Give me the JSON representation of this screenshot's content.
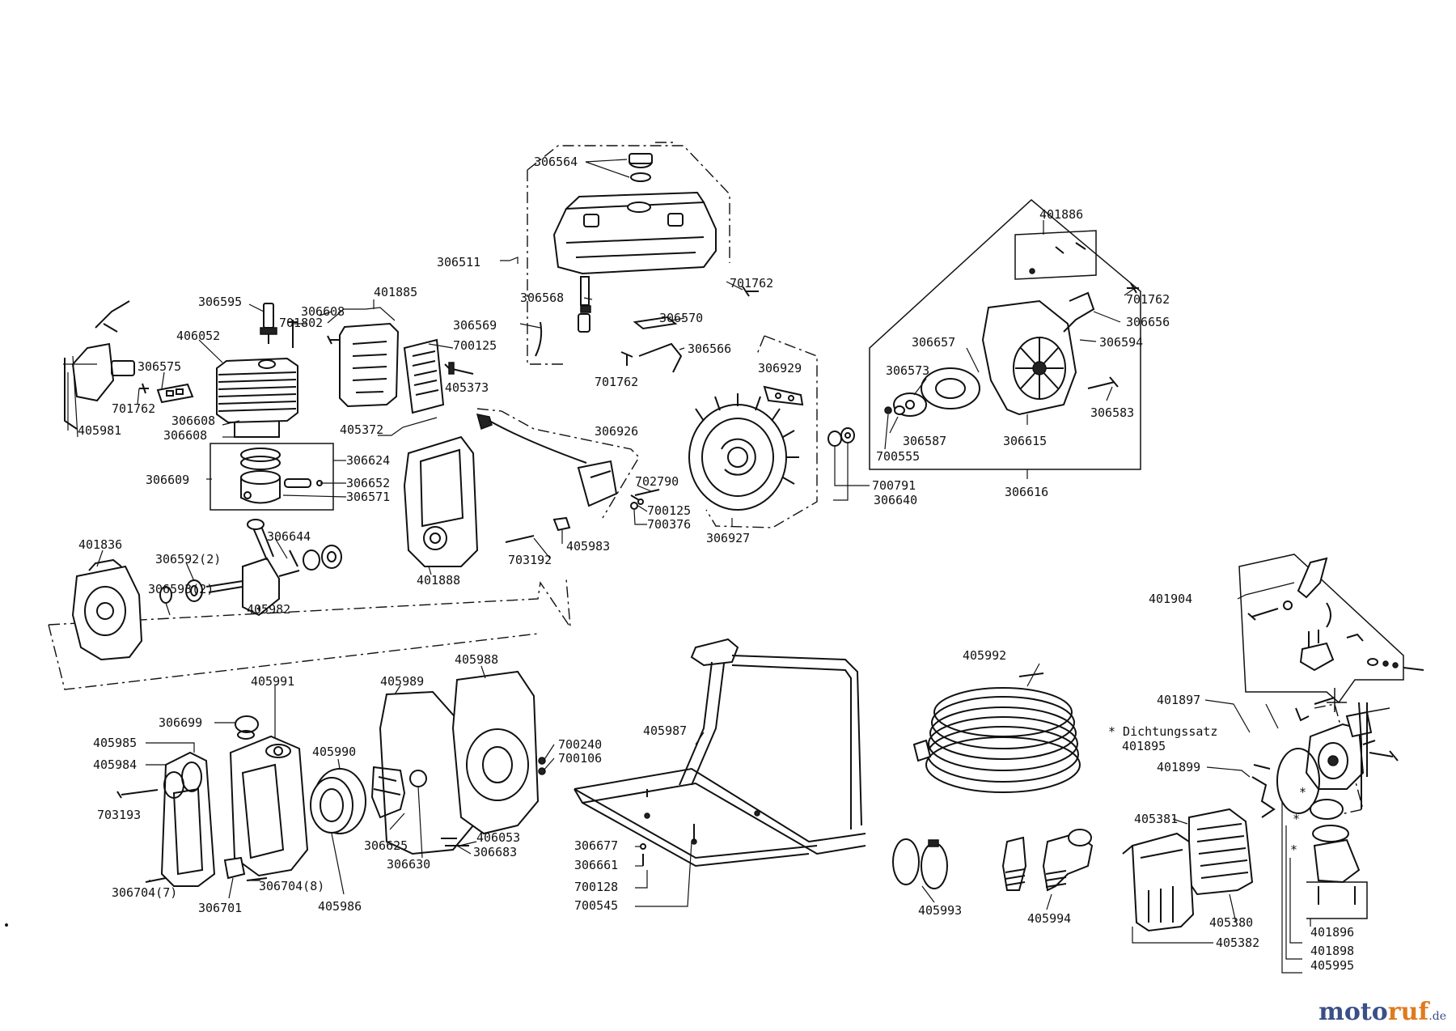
{
  "labels": {
    "l306564": "306564",
    "l306511": "306511",
    "l701762a": "701762",
    "l306568": "306568",
    "l306570": "306570",
    "l306569": "306569",
    "l306566": "306566",
    "l701762b": "701762",
    "l401885": "401885",
    "l306595": "306595",
    "l306608a": "306608",
    "l701802": "701802",
    "l406052": "406052",
    "l306575": "306575",
    "l701762c": "701762",
    "l306608b": "306608",
    "l306608c": "306608",
    "l405981": "405981",
    "l700125a": "700125",
    "l405373": "405373",
    "l405372": "405372",
    "l306624": "306624",
    "l306652": "306652",
    "l306571": "306571",
    "l306609": "306609",
    "l306926": "306926",
    "l702790": "702790",
    "l700125b": "700125",
    "l700376": "700376",
    "l405983": "405983",
    "l703192": "703192",
    "l401888": "401888",
    "l306929": "306929",
    "l306927": "306927",
    "l700791": "700791",
    "l306640": "306640",
    "l401886": "401886",
    "l701762d": "701762",
    "l306656": "306656",
    "l306594": "306594",
    "l306657": "306657",
    "l306573": "306573",
    "l306583": "306583",
    "l306587": "306587",
    "l306615": "306615",
    "l700555": "700555",
    "l306616": "306616",
    "l401836": "401836",
    "l306644": "306644",
    "l306592": "306592(2)",
    "l306593": "306593(2)",
    "l405982": "405982",
    "l405991": "405991",
    "l405989": "405989",
    "l405988": "405988",
    "l306699": "306699",
    "l405985": "405985",
    "l405984": "405984",
    "l405990": "405990",
    "l700240": "700240",
    "l700106": "700106",
    "l703193": "703193",
    "l406053": "406053",
    "l306683": "306683",
    "l306625": "306625",
    "l306630": "306630",
    "l306704_7": "306704(7)",
    "l306704_8": "306704(8)",
    "l306701": "306701",
    "l405986": "405986",
    "l405987": "405987",
    "l306677": "306677",
    "l306661": "306661",
    "l700128": "700128",
    "l700545": "700545",
    "l405992": "405992",
    "l405993": "405993",
    "l405994": "405994",
    "l401904": "401904",
    "l401897": "401897",
    "l_dicht": "* Dichtungssatz",
    "l401895": "401895",
    "l401899": "401899",
    "l405381": "405381",
    "l405380": "405380",
    "l405382": "405382",
    "l401896": "401896",
    "l401898": "401898",
    "l405995": "405995"
  },
  "watermark": {
    "brand": "moto",
    "accent": "ruf",
    "suffix": ".de"
  },
  "colors": {
    "line": "#111111",
    "brand_blue": "#3a4f86",
    "brand_orange": "#e07a1c"
  }
}
